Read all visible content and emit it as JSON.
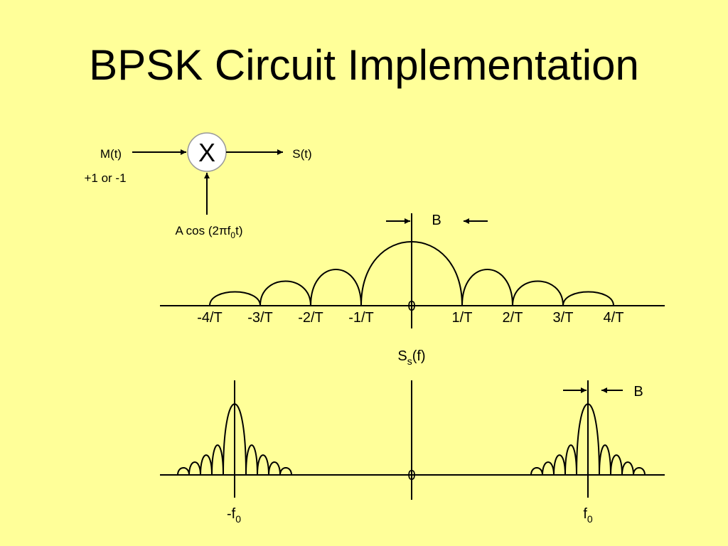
{
  "title": "BPSK Circuit Implementation",
  "block_diagram": {
    "input_label": "M(t)",
    "input_values": "+1 or -1",
    "mixer_symbol": "X",
    "output_label": "S(t)",
    "carrier_label": {
      "prefix": "A cos (2",
      "pi": "π",
      "f": "f",
      "sub": "0",
      "suffix": "t)"
    }
  },
  "baseband_spectrum": {
    "bandwidth_label": "B",
    "ticks": [
      "-4/T",
      "-3/T",
      "-2/T",
      "-1/T",
      "0",
      "1/T",
      "2/T",
      "3/T",
      "4/T"
    ]
  },
  "passband_spectrum": {
    "ylabel": {
      "main": "S",
      "sub": "s",
      "suffix": "(f)"
    },
    "origin": "0",
    "bandwidth_label": "B",
    "neg_carrier": {
      "main": "-f",
      "sub": "0"
    },
    "pos_carrier": {
      "main": "f",
      "sub": "0"
    }
  },
  "colors": {
    "background": "#ffff99",
    "ink": "#000000",
    "mixer_fill": "#ffffff"
  }
}
